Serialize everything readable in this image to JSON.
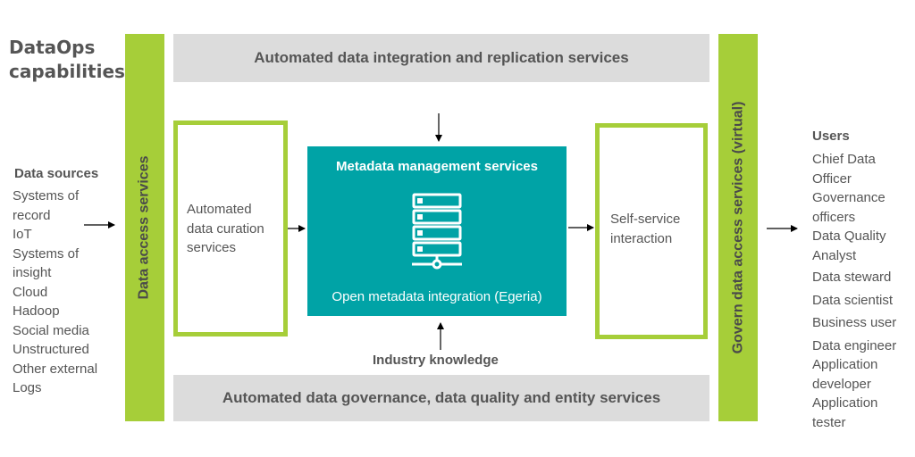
{
  "title": [
    "DataOps",
    "capabilities"
  ],
  "data_sources": {
    "heading": "Data sources",
    "items": [
      "Systems of record",
      "IoT",
      "Systems of insight",
      "Cloud",
      "Hadoop",
      "Social media",
      "Unstructured",
      "Other external",
      "Logs"
    ]
  },
  "users": {
    "heading": "Users",
    "items": [
      "Chief Data Officer",
      "Governance officers",
      "Data Quality Analyst",
      "Data steward",
      "Data scientist",
      "Business user",
      "Data engineer",
      "Application developer",
      "Application tester"
    ]
  },
  "left_bar": "Data access services",
  "right_bar": "Govern data access services (virtual)",
  "top_bar": "Automated data integration and replication services",
  "bottom_bar": "Automated data governance, data quality and entity services",
  "curation": [
    "Automated",
    "data curation",
    "services"
  ],
  "self_service": [
    "Self-service",
    "interaction"
  ],
  "metadata": {
    "title": "Metadata management services",
    "subtitle": "Open metadata integration (Egeria)",
    "icon": "server-icon"
  },
  "industry": "Industry knowledge",
  "colors": {
    "green": "#a6ce39",
    "teal": "#00a3a6",
    "gray": "#dcdcdc",
    "text": "#555555"
  }
}
